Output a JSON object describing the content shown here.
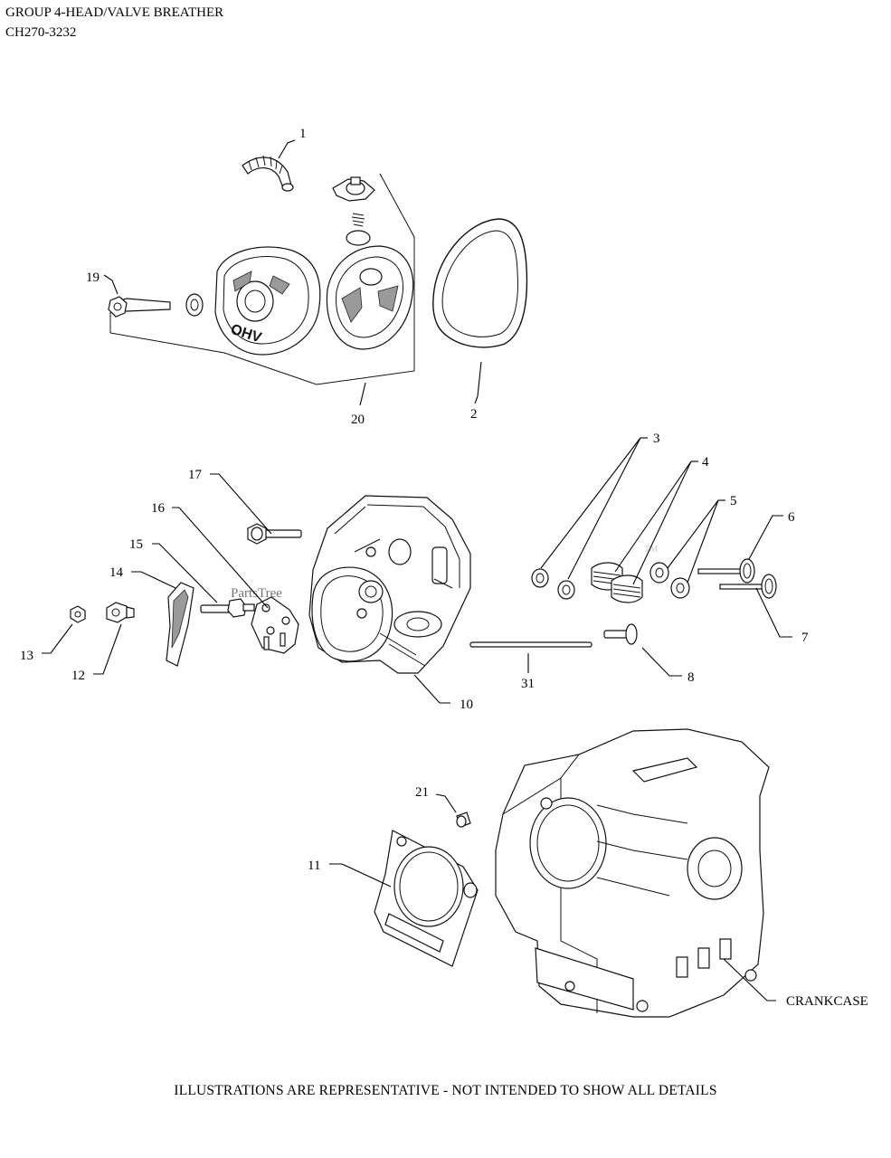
{
  "header": {
    "group_title": "GROUP 4-HEAD/VALVE BREATHER",
    "model": "CH270-3232"
  },
  "watermark": {
    "text": "PartsTree",
    "tm": "TM"
  },
  "callouts": {
    "c1": "1",
    "c2": "2",
    "c3": "3",
    "c4": "4",
    "c5": "5",
    "c6": "6",
    "c7": "7",
    "c8": "8",
    "c10": "10",
    "c11": "11",
    "c12": "12",
    "c13": "13",
    "c14": "14",
    "c15": "15",
    "c16": "16",
    "c17": "17",
    "c19": "19",
    "c20": "20",
    "c21": "21",
    "c31": "31",
    "crankcase": "CRANKCASE"
  },
  "cover_lettering": "OHV",
  "footer": {
    "disclaimer": "ILLUSTRATIONS ARE REPRESENTATIVE - NOT INTENDED TO SHOW ALL DETAILS"
  }
}
